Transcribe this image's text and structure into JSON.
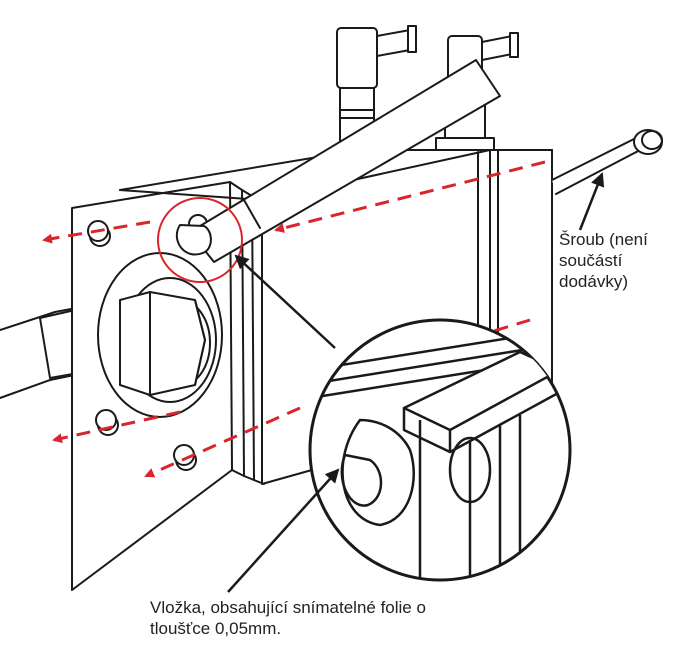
{
  "labels": {
    "screw": [
      "Šroub (není",
      "součástí",
      "dodávky)"
    ],
    "shim": [
      "Vložka, obsahující snímatelné folie o",
      "tloušťce 0,05mm."
    ]
  },
  "colors": {
    "line": "#1a1a1a",
    "dashed_arrow": "#d9262c",
    "highlight_circle": "#d9262c",
    "background": "#ffffff"
  },
  "icons": [
    "dashed-arrow-icon",
    "pointer-arrow-icon"
  ]
}
